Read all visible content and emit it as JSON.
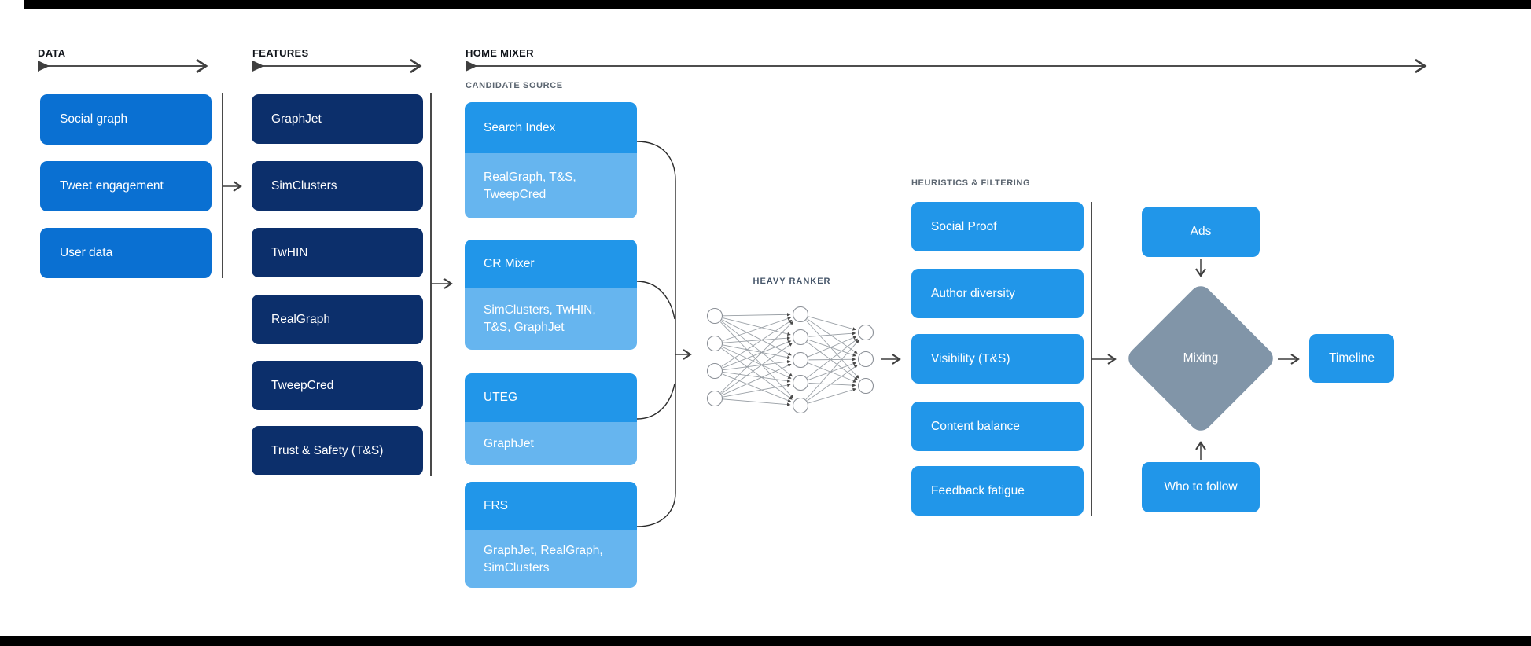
{
  "headers": {
    "data": "DATA",
    "features": "FEATURES",
    "home_mixer": "HOME MIXER",
    "candidate_source": "CANDIDATE SOURCE",
    "heavy_ranker": "HEAVY RANKER",
    "heuristics": "HEURISTICS & FILTERING"
  },
  "data_sources": [
    "Social graph",
    "Tweet engagement",
    "User data"
  ],
  "features": [
    "GraphJet",
    "SimClusters",
    "TwHIN",
    "RealGraph",
    "TweepCred",
    "Trust & Safety (T&S)"
  ],
  "candidate_sources": [
    {
      "name": "Search Index",
      "uses": "RealGraph, T&S, TweepCred"
    },
    {
      "name": "CR Mixer",
      "uses": "SimClusters, TwHIN, T&S, GraphJet"
    },
    {
      "name": "UTEG",
      "uses": "GraphJet"
    },
    {
      "name": "FRS",
      "uses": "GraphJet, RealGraph, SimClusters"
    }
  ],
  "heuristics": [
    "Social Proof",
    "Author diversity",
    "Visibility (T&S)",
    "Content balance",
    "Feedback fatigue"
  ],
  "mixing": {
    "ads": "Ads",
    "diamond": "Mixing",
    "who_to_follow": "Who to follow",
    "timeline": "Timeline"
  },
  "colors": {
    "data_box": "#0a70d2",
    "feature_box": "#0c2f6b",
    "bright_box": "#2196e9",
    "sub_box": "#66b5ef",
    "mixing_diamond": "#8195a8",
    "section_label": "#10141a",
    "sub_section_label": "#5a646f",
    "heavy_ranker_label": "#46566a",
    "bars": "#000000"
  }
}
